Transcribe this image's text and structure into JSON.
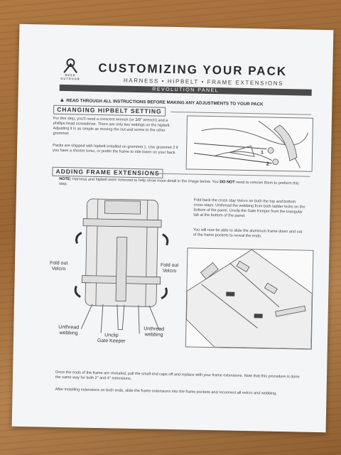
{
  "brand": {
    "logo_text": "REER OUTDOOR"
  },
  "header": {
    "title": "CUSTOMIZING YOUR PACK",
    "subtitle": "HARNESS • HIPBELT • FRAME EXTENSIONS",
    "panel_band": "REVOLUTION PANEL",
    "warning": "READ THROUGH ALL INSTRUCTIONS BEFORE MAKING ANY ADJUSTMENTS TO YOUR PACK"
  },
  "hipbelt": {
    "heading": "CHANGING HIPBELT SETTING",
    "para1": "For this step, you'll need a crescent wrench (or 3/8\" wrench) and a phillips head screwdriver. There are only two settings on the hipbelt. Adjusting it is as simple as moving the nut and screw to the other grommet.",
    "para2": "Packs are shipped with hipbelt installed on grommet 1. Use grommet 2 if you have a shorter torso, or prefer the frame to ride lower on your back.",
    "callout1": "1",
    "callout2": "2"
  },
  "frame": {
    "heading": "ADDING FRAME EXTENSIONS",
    "note_label": "NOTE:",
    "note_text": "Harness and hipbelt were removed to help show more detail in the image below. You",
    "note_emph": "DO NOT",
    "note_tail": "need to remove them to preform this step.",
    "para1": "Fold back the cross stay Velcro on both the top and bottom cross stays. Unthread the webbing from both ladder locks on the bottom of the panel. Unclip the Gate Keeper from the triangular tab at the bottom of the panel.",
    "para2": "You will now be able to slide the aluminum frame down and out of the frame pockets to reveal the ends.",
    "labels": {
      "fold_left": "Fold out\nVelcro",
      "fold_right": "Fold out\nVelcro",
      "unthread_left": "Unthread\nwebbing",
      "unthread_right": "Unthread\nwebbing",
      "unclip": "Unclip\nGate Keeper"
    },
    "footer1": "Once the ends of the frame are revealed, pull the small end caps off and replace with your frame extensions. Note that this procedure is done the same way for both 2\" and 4\" extensions.",
    "footer2": "After installing extensions on both ends, slide the frame extensions into the frame pockets and reconnect all velcro and webbing."
  }
}
